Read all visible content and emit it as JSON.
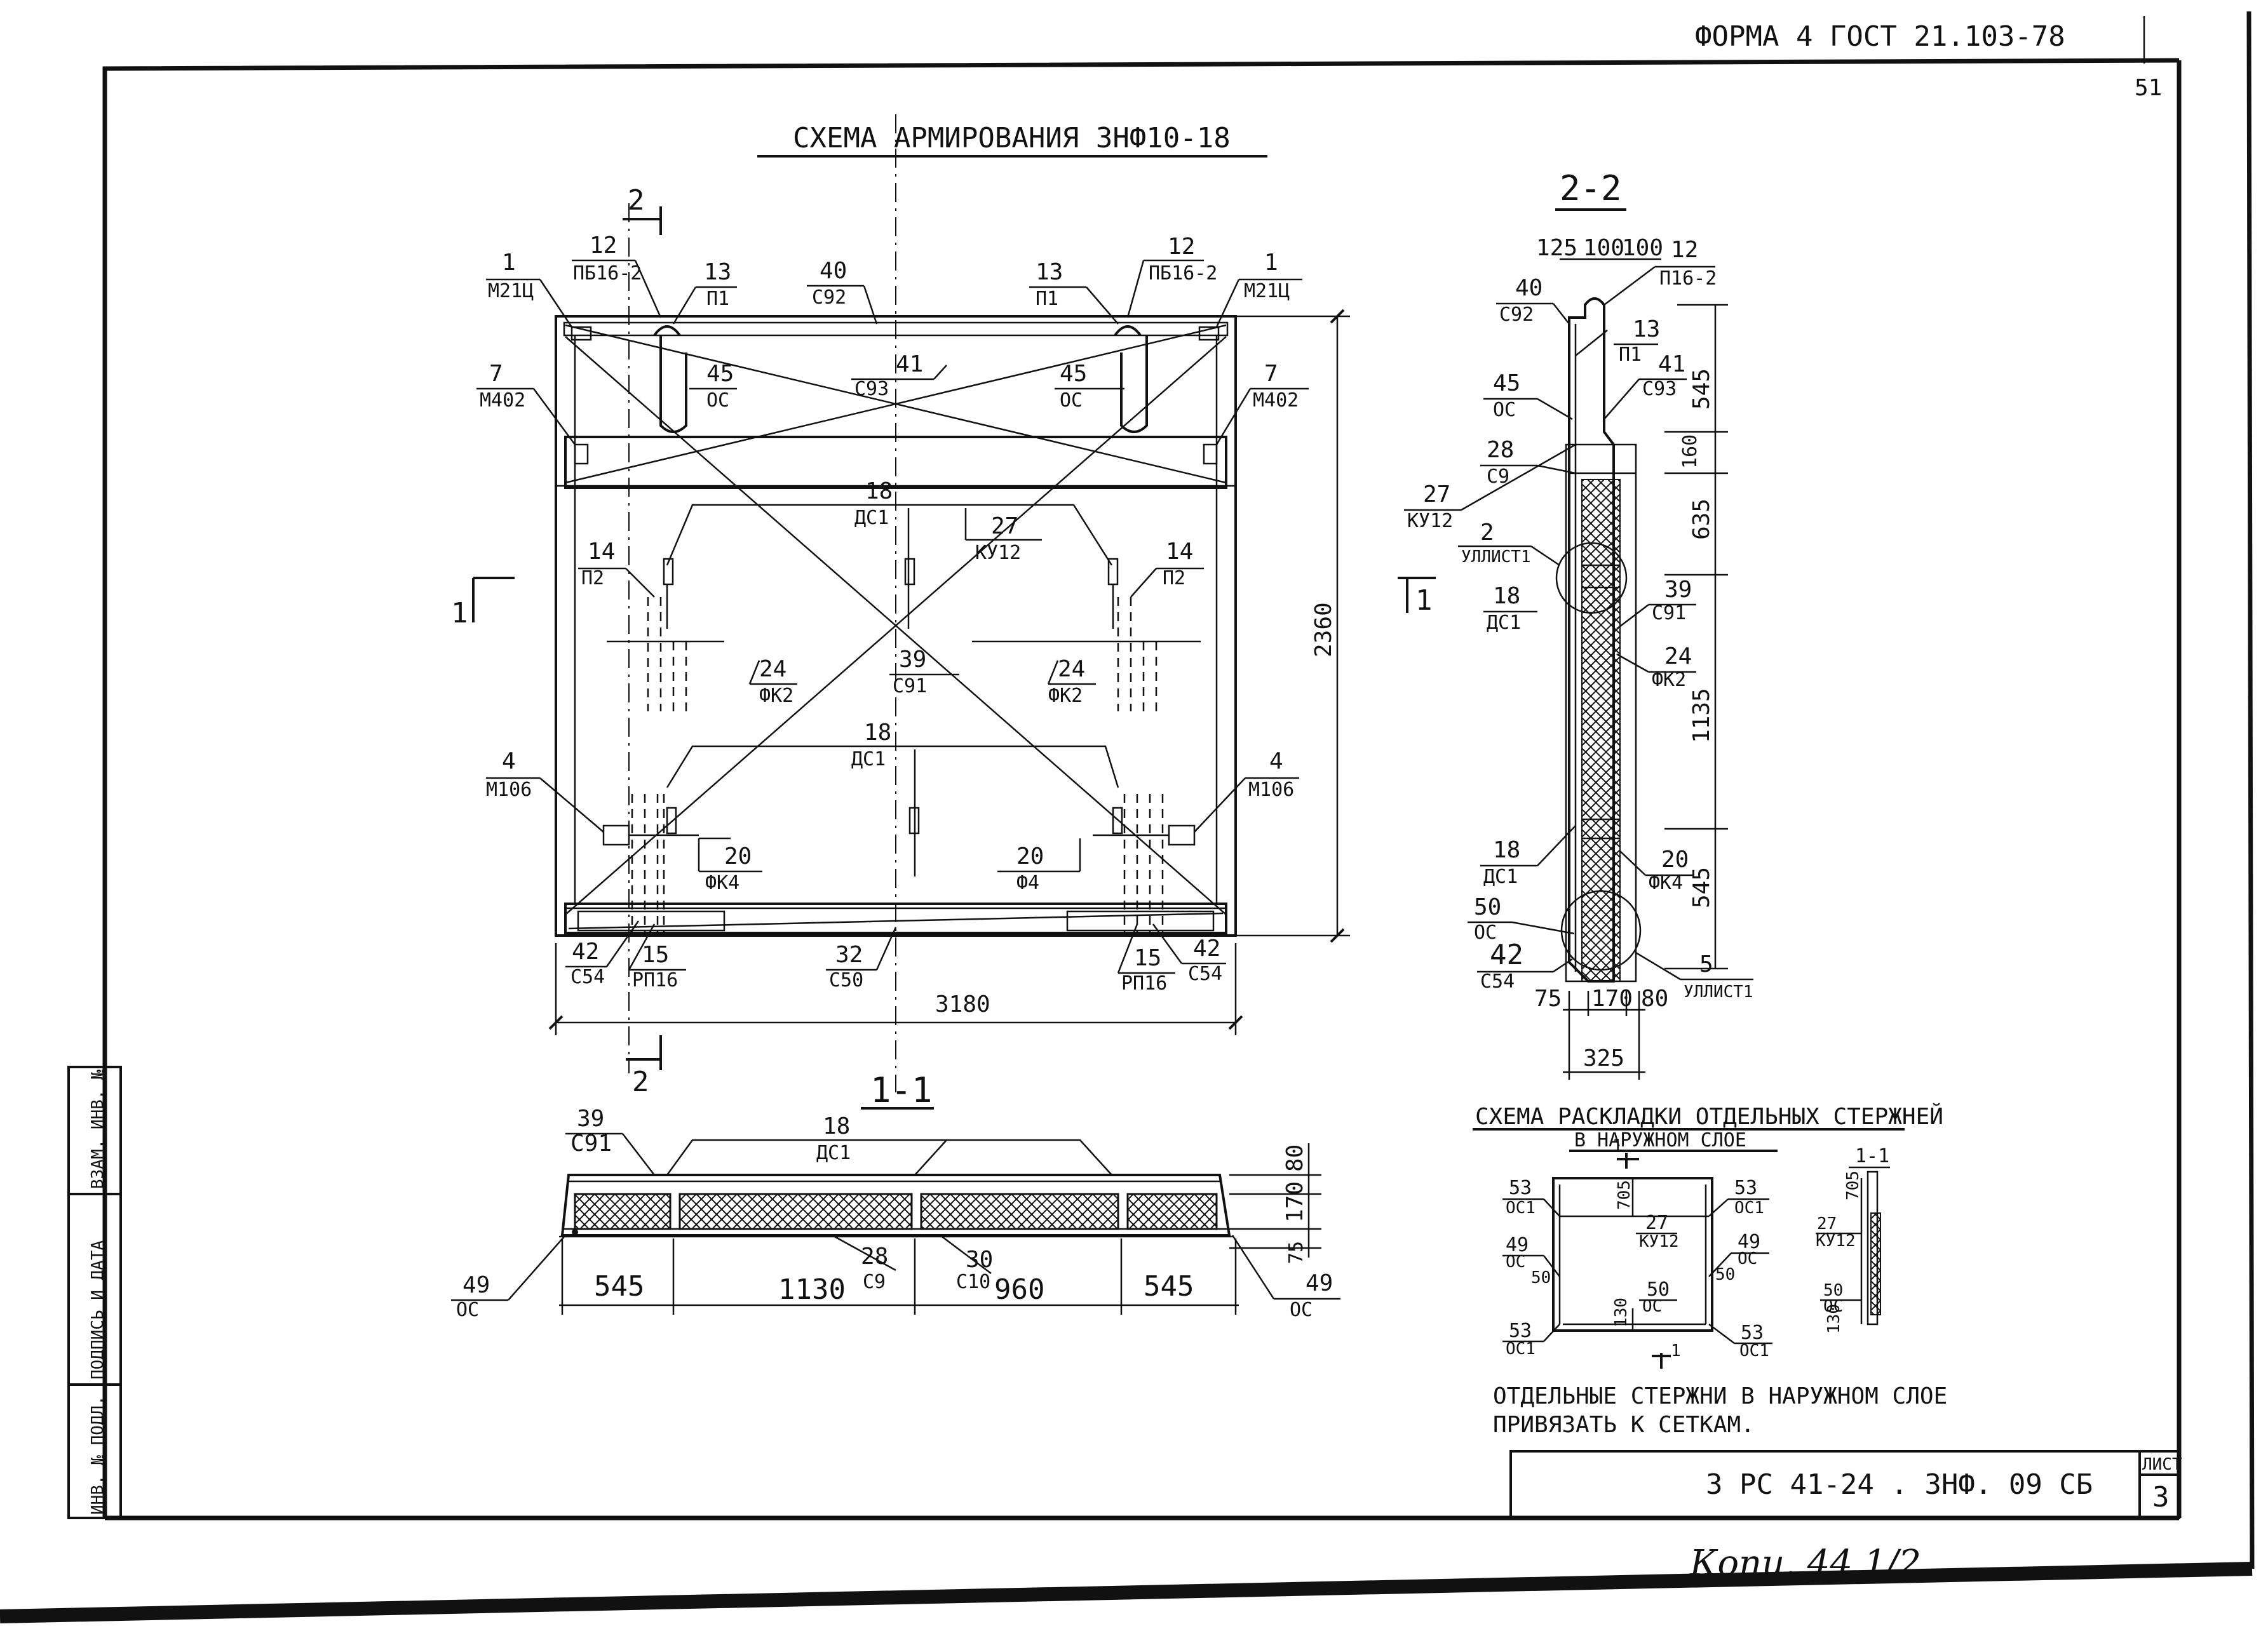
{
  "header": {
    "form": "ФОРМА 4 ГОСТ 21.103-78",
    "page_number": "51"
  },
  "main_view": {
    "title": "СХЕМА АРМИРОВАНИЯ ЗНФ10-18",
    "dim_width": "3180",
    "dim_height": "2360",
    "section_2": "2",
    "section_1": "1",
    "labels": {
      "l1_n": "1",
      "l1_c": "М21Ц",
      "l12_n": "12",
      "l12_c": "ПБ16-2",
      "l13_n": "13",
      "l13_c": "П1",
      "l40_n": "40",
      "l40_c": "С92",
      "l41_n": "41",
      "l41_c": "С93",
      "l45_n": "45",
      "l45_c": "ОС",
      "l7_n": "7",
      "l7_c": "М402",
      "l18_n": "18",
      "l18_c": "ДС1",
      "l27_n": "27",
      "l27_c": "КУ12",
      "l14_n": "14",
      "l14_c": "П2",
      "l24_n": "24",
      "l24_c": "ФК2",
      "l39_n": "39",
      "l39_c": "С91",
      "l4_n": "4",
      "l4_c": "М106",
      "l20_n": "20",
      "l20_c1": "ФК4",
      "l20_c2": "Ф4",
      "l42_n": "42",
      "l42_c": "С54",
      "l15_n": "15",
      "l15_c": "РП16",
      "l32_n": "32",
      "l32_c": "С50"
    }
  },
  "section_22": {
    "title": "2-2",
    "dims_top": [
      "125",
      "100",
      "100"
    ],
    "dims_right": [
      "545",
      "160",
      "635",
      "1135",
      "545"
    ],
    "dims_bottom": [
      "75",
      "170",
      "80"
    ],
    "dim_total": "325",
    "labels": {
      "l12_n": "12",
      "l12_c": "П16-2",
      "l40_n": "40",
      "l40_c": "С92",
      "l13_n": "13",
      "l13_c": "П1",
      "l41_n": "41",
      "l41_c": "С93",
      "l45_n": "45",
      "l45_c": "ОС",
      "l28_n": "28",
      "l28_c": "С9",
      "l27_n": "27",
      "l27_c": "КУ12",
      "l2_n": "2",
      "l2_c": "УЛЛИСТ1",
      "l18_n": "18",
      "l18_c": "ДС1",
      "l39_n": "39",
      "l39_c": "С91",
      "l24_n": "24",
      "l24_c": "ФК2",
      "l20_n": "20",
      "l20_c": "ФК4",
      "l50_n": "50",
      "l50_c": "ОС",
      "l42_n": "42",
      "l42_c": "С54",
      "l5_n": "5",
      "l5_c": "УЛЛИСТ1"
    }
  },
  "section_11": {
    "title": "1-1",
    "dims_bottom": [
      "545",
      "1130",
      "960",
      "545"
    ],
    "dims_right": [
      "80",
      "170",
      "75"
    ],
    "labels": {
      "l39_n": "39",
      "l39_c": "С91",
      "l18_n": "18",
      "l18_c": "ДС1",
      "l28_n": "28",
      "l28_c": "С9",
      "l30_n": "30",
      "l30_c": "С10",
      "l49_n": "49",
      "l49_c": "ОС"
    }
  },
  "layout_scheme": {
    "title_line1": "СХЕМА РАСКЛАДКИ ОТДЕЛЬНЫХ СТЕРЖНЕЙ",
    "title_line2": "В НАРУЖНОМ СЛОЕ",
    "section_mark": "1-1",
    "mark_1": "1",
    "l53_n": "53",
    "l53_c": "ОС1",
    "l49_n": "49",
    "l49_c": "ОС",
    "l50_n": "50",
    "l50_c": "ОС",
    "l27_n": "27",
    "l27_c": "КУ12",
    "dim_705": "705",
    "dim_130": "130",
    "dim_50": "50",
    "note_line1": "ОТДЕЛЬНЫЕ СТЕРЖНИ В НАРУЖНОМ СЛОЕ",
    "note_line2": "ПРИВЯЗАТЬ К СЕТКАМ."
  },
  "title_block": {
    "code": "3 РС 41-24 . 3НФ. 09 СБ",
    "sheet_label": "ЛИСТ",
    "sheet_number": "3"
  },
  "side_stamp": {
    "field1": "ИНВ. № ПОДЛ.",
    "field2": "ПОДПИСЬ И ДАТА",
    "field3": "ВЗАМ. ИНВ. №"
  },
  "footer_note": "Копи. 44 1/2"
}
